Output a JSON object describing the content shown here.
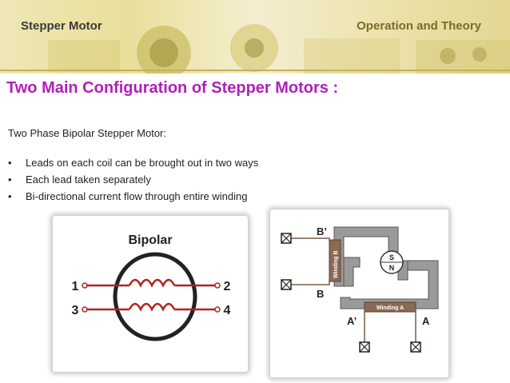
{
  "header": {
    "left_title": "Stepper Motor",
    "right_title": "Operation and Theory"
  },
  "slide": {
    "title": "Two Main  Configuration of Stepper Motors :",
    "subtitle": "Two Phase Bipolar Stepper Motor:",
    "bullets": [
      "Leads on each coil can be brought out in two ways",
      "Each lead taken separately",
      "Bi-directional current flow through entire winding"
    ]
  },
  "bipolar_diagram": {
    "title": "Bipolar",
    "pins": [
      "1",
      "2",
      "3",
      "4"
    ]
  },
  "motor_diagram": {
    "label_b_prime": "B’",
    "label_b": "B",
    "label_a_prime": "A’",
    "label_a": "A",
    "winding_b": "Winding B",
    "winding_a": "Winding A",
    "pole_s": "S",
    "pole_n": "N"
  },
  "colors": {
    "title": "#b21fb8",
    "winding": "#8b6a55",
    "stator": "#8a8a8a"
  }
}
